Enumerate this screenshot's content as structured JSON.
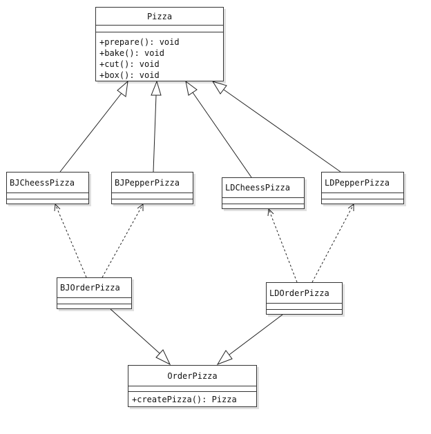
{
  "classes": {
    "pizza": {
      "name": "Pizza",
      "methods": [
        "+prepare(): void",
        "+bake(): void",
        "+cut(): void",
        "+box(): void"
      ]
    },
    "bj_cheess_pizza": {
      "name": "BJCheessPizza"
    },
    "bj_pepper_pizza": {
      "name": "BJPepperPizza"
    },
    "ld_cheess_pizza": {
      "name": "LDCheessPizza"
    },
    "ld_pepper_pizza": {
      "name": "LDPepperPizza"
    },
    "bj_order_pizza": {
      "name": "BJOrderPizza"
    },
    "ld_order_pizza": {
      "name": "LDOrderPizza"
    },
    "order_pizza": {
      "name": "OrderPizza",
      "methods": [
        "+createPizza(): Pizza"
      ]
    }
  },
  "relationships": [
    {
      "type": "generalization",
      "from": "BJCheessPizza",
      "to": "Pizza"
    },
    {
      "type": "generalization",
      "from": "BJPepperPizza",
      "to": "Pizza"
    },
    {
      "type": "generalization",
      "from": "LDCheessPizza",
      "to": "Pizza"
    },
    {
      "type": "generalization",
      "from": "LDPepperPizza",
      "to": "Pizza"
    },
    {
      "type": "dependency",
      "from": "BJOrderPizza",
      "to": "BJCheessPizza"
    },
    {
      "type": "dependency",
      "from": "BJOrderPizza",
      "to": "BJPepperPizza"
    },
    {
      "type": "dependency",
      "from": "LDOrderPizza",
      "to": "LDCheessPizza"
    },
    {
      "type": "dependency",
      "from": "LDOrderPizza",
      "to": "LDPepperPizza"
    },
    {
      "type": "generalization",
      "from": "BJOrderPizza",
      "to": "OrderPizza"
    },
    {
      "type": "generalization",
      "from": "LDOrderPizza",
      "to": "OrderPizza"
    }
  ],
  "colors": {
    "line": "#222222",
    "border": "#333333",
    "background": "#ffffff"
  }
}
